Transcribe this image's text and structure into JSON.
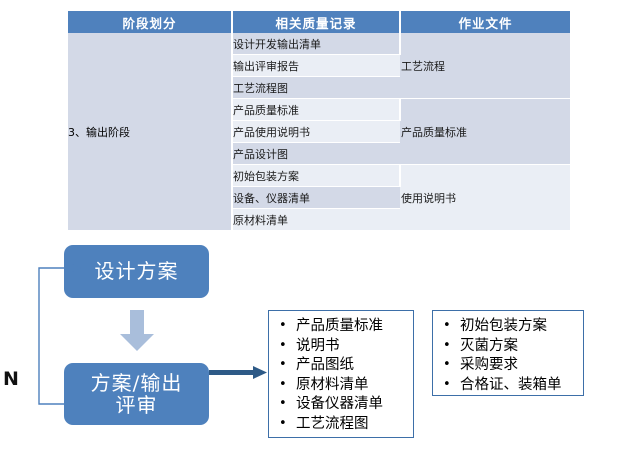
{
  "table": {
    "headers": [
      "阶段划分",
      "相关质量记录",
      "作业文件"
    ],
    "stage": "3、输出阶段",
    "quality_records": [
      "设计开发输出清单",
      "输出评审报告",
      "工艺流程图",
      "产品质量标准",
      "产品使用说明书",
      "产品设计图",
      "初始包装方案",
      "设备、仪器清单",
      "原材料清单"
    ],
    "work_documents": [
      {
        "label": "工艺流程",
        "rowspan": 3
      },
      {
        "label": "产品质量标准",
        "rowspan": 3
      },
      {
        "label": "使用说明书",
        "rowspan": 3
      }
    ],
    "colors": {
      "header_fill": "#4f81bd",
      "header_text": "#ffffff",
      "band_a": "#d3d9e7",
      "band_b": "#eaeef5"
    }
  },
  "flowchart": {
    "nodes": [
      {
        "id": "design",
        "label": "设计方案"
      },
      {
        "id": "review",
        "label": "方案/输出\n评审"
      }
    ],
    "design_label": "设计方案",
    "review_label_line1": "方案/输出",
    "review_label_line2": "评审",
    "feedback_label": "N",
    "colors": {
      "node_fill": "#4e81bd",
      "node_text": "#ffffff",
      "down_arrow": "#a9bedb",
      "right_arrow": "#2e5a87",
      "loop_line": "#4e81bd",
      "box_border": "#3d6fa8"
    },
    "outputs_box": [
      "产品质量标准",
      "说明书",
      "产品图纸",
      "原材料清单",
      "设备仪器清单",
      "工艺流程图"
    ],
    "packaging_box": [
      "初始包装方案",
      "灭菌方案",
      "采购要求",
      "合格证、装箱单"
    ]
  }
}
